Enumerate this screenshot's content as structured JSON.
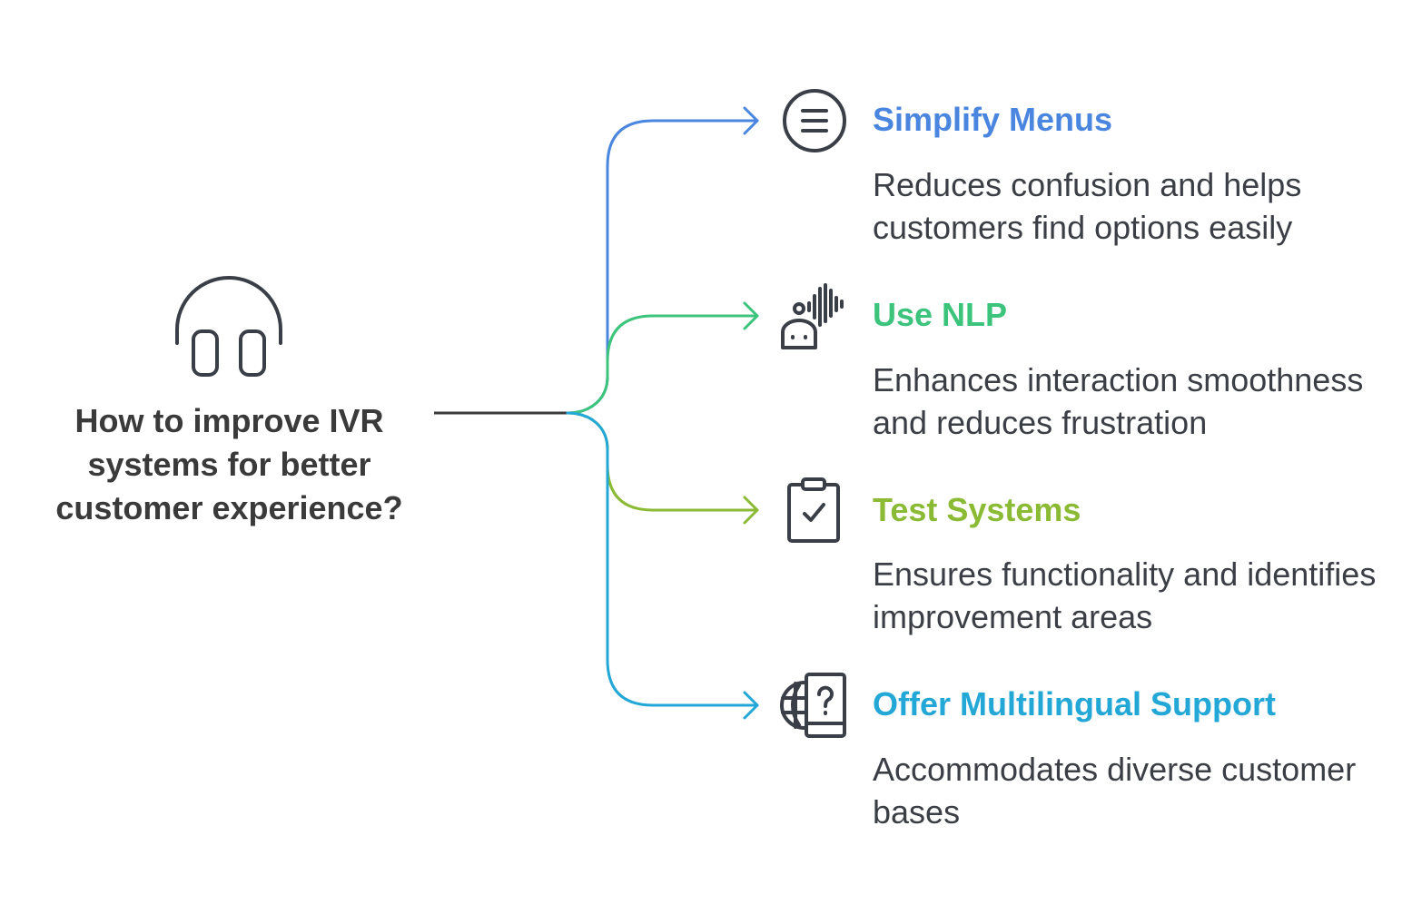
{
  "root": {
    "title": "How to improve IVR systems for better customer experience?",
    "icon": "headphones-icon"
  },
  "colors": {
    "text_dark": "#3a3a3a",
    "desc_text": "#3b3f45",
    "icon_stroke": "#3a3f47",
    "trunk": "#3a3a3a"
  },
  "items": [
    {
      "title": "Simplify Menus",
      "description": "Reduces confusion and helps customers find options easily",
      "color": "#4a86e0",
      "icon": "menu-list-icon"
    },
    {
      "title": "Use NLP",
      "description": "Enhances interaction smoothness and reduces frustration",
      "color": "#3cc47d",
      "icon": "voice-robot-icon"
    },
    {
      "title": "Test Systems",
      "description": "Ensures functionality and identifies improvement areas",
      "color": "#8bbb35",
      "icon": "clipboard-check-icon"
    },
    {
      "title": "Offer Multilingual Support",
      "description": "Accommodates diverse customer bases",
      "color": "#22a7d6",
      "icon": "globe-phone-question-icon"
    }
  ]
}
